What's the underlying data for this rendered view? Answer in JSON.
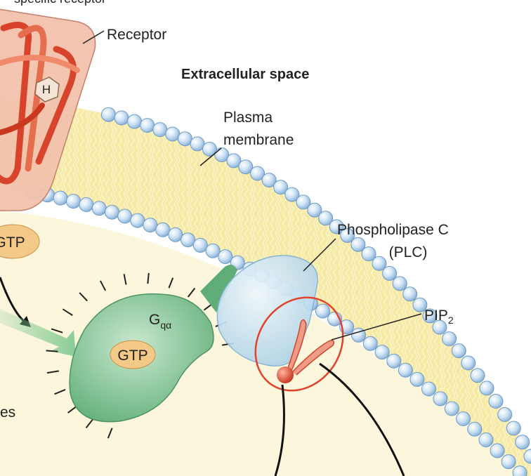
{
  "labels": {
    "top_cut": "specific receptor",
    "receptor": "Receptor",
    "hormone": "H",
    "extracellular": "Extracellular space",
    "plasma_line1": "Plasma",
    "plasma_line2": "membrane",
    "plc_line1": "Phospholipase C",
    "plc_line2": "(PLC)",
    "pip_main": "PIP",
    "pip_sub": "2",
    "gq_main": "G",
    "gq_sub": "qα",
    "gtp_left": "GTP",
    "gtp_protein": "GTP",
    "left_cut": "es"
  },
  "colors": {
    "extracellular": "#ffffff",
    "cytoplasm": "#fcf7dc",
    "membrane": "#f7eaa4",
    "head_bead": "#b9d6ef",
    "receptor_box": "#f3c2ad",
    "receptor_coil": "#d8432c",
    "gprotein": "#7cc28f",
    "plc": "#cfe6f3",
    "gtp_oval": "#f3c987",
    "highlight": "#e2412a"
  }
}
